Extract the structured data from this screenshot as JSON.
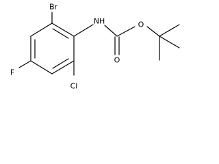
{
  "structure": {
    "atoms": {
      "br": "Br",
      "nh": "NH",
      "f": "F",
      "cl": "Cl",
      "o_ester": "O",
      "o_carbonyl": "O"
    }
  }
}
